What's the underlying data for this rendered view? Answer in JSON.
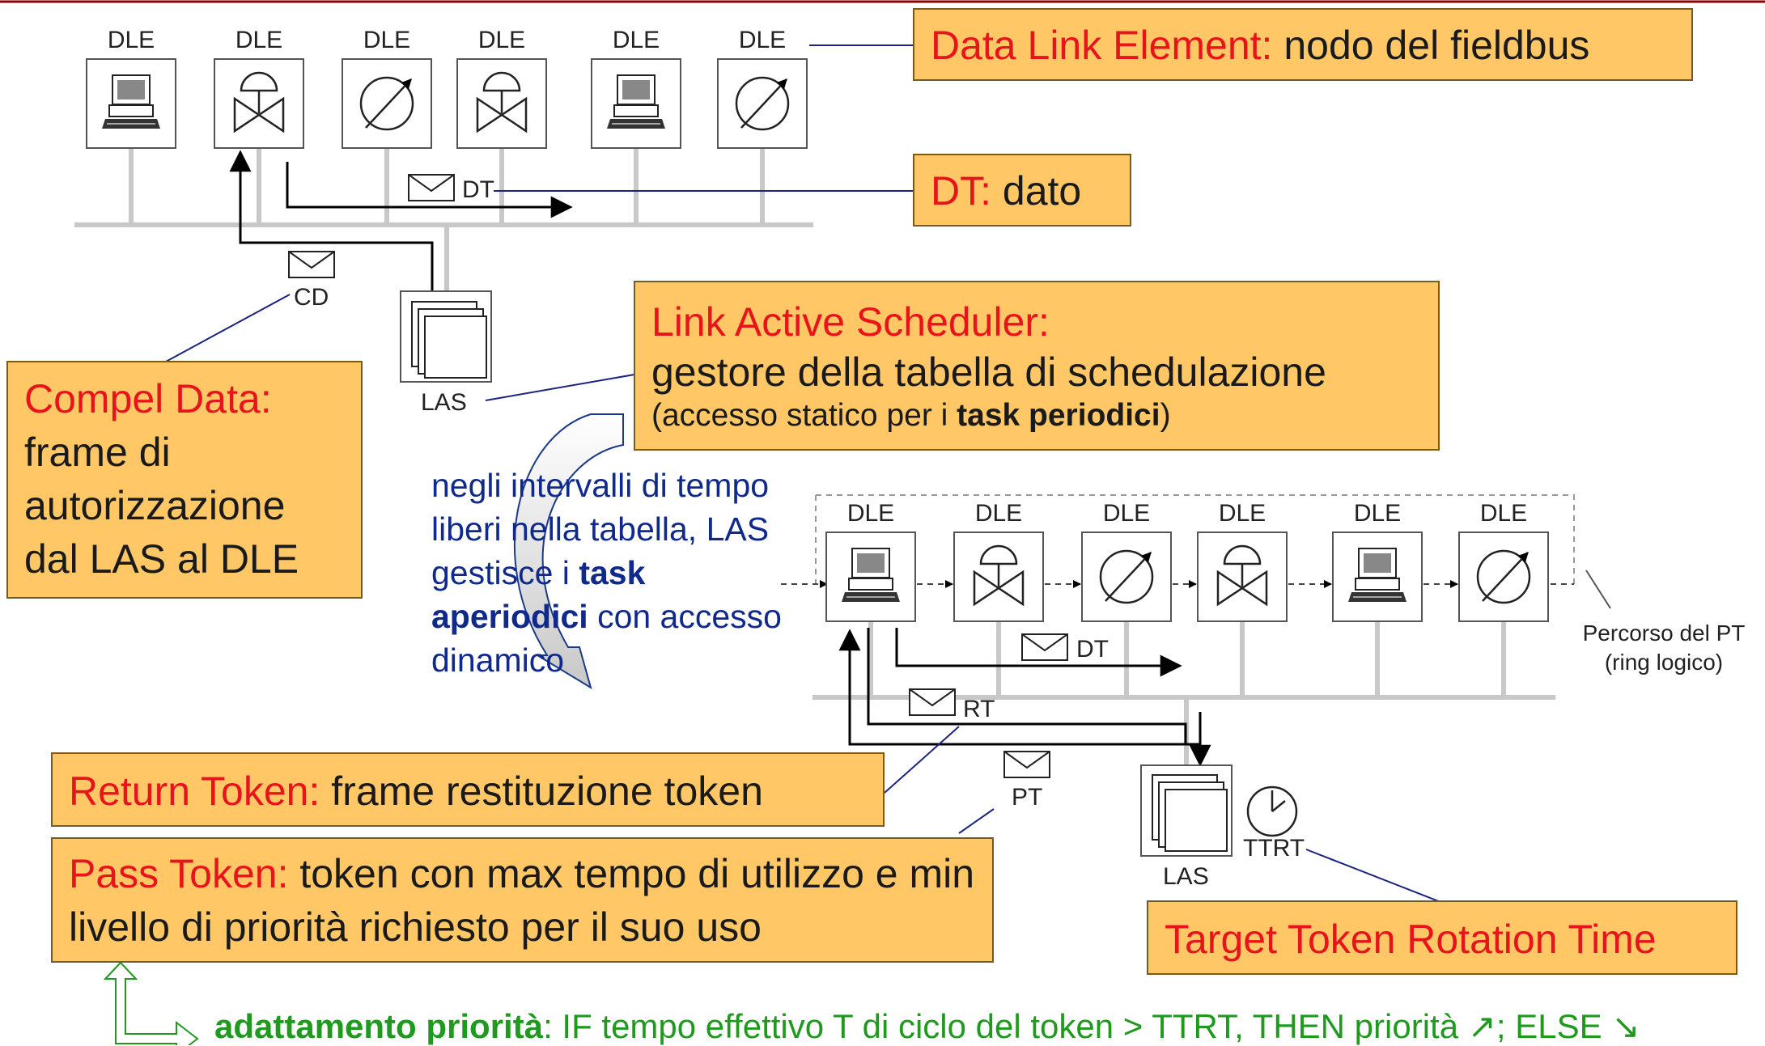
{
  "top_network": {
    "dle_labels": [
      "DLE",
      "DLE",
      "DLE",
      "DLE",
      "DLE",
      "DLE"
    ],
    "devices": [
      "computer-icon",
      "valve-icon",
      "meter-icon",
      "valve-icon",
      "computer-icon",
      "meter-icon"
    ],
    "dt_label": "DT",
    "cd_label": "CD",
    "las_label": "LAS"
  },
  "bottom_network": {
    "dle_labels": [
      "DLE",
      "DLE",
      "DLE",
      "DLE",
      "DLE",
      "DLE"
    ],
    "devices": [
      "computer-icon",
      "valve-icon",
      "meter-icon",
      "valve-icon",
      "computer-icon",
      "meter-icon"
    ],
    "dt_label": "DT",
    "rt_label": "RT",
    "pt_label": "PT",
    "las_label": "LAS",
    "ttrt_label": "TTRT",
    "ring_caption_1": "Percorso del PT",
    "ring_caption_2": "(ring logico)"
  },
  "callouts": {
    "dle": {
      "term": "Data Link Element:",
      "text": " nodo del fieldbus"
    },
    "dt": {
      "term": "DT:",
      "text": " dato"
    },
    "las": {
      "term": "Link Active Scheduler:",
      "line2": "gestore della tabella di schedulazione",
      "line3_pre": "(accesso statico per i ",
      "line3_bold": "task periodici",
      "line3_post": ")"
    },
    "cd": {
      "term": "Compel Data:",
      "text": "frame di autorizzazione dal LAS al DLE"
    },
    "rt": {
      "term": "Return Token:",
      "text": " frame restituzione token"
    },
    "pt": {
      "term": "Pass Token:",
      "text": " token con max tempo di utilizzo e min livello di priorità richiesto per il suo uso"
    },
    "ttrt": {
      "term": "Target Token Rotation Time"
    }
  },
  "aperiodic_note": {
    "pre": "negli intervalli di tempo liberi nella tabella, LAS gestisce i ",
    "bold": "task aperiodici",
    "post": " con accesso dinamico"
  },
  "footnote": {
    "bold": "adattamento priorità",
    "text": ": IF tempo effettivo T di ciclo del token > TTRT, THEN priorità ↗; ELSE ↘"
  },
  "colors": {
    "accent_red": "#e8141c",
    "box_fill": "#ffc766",
    "note_blue": "#102a8c",
    "foot_green": "#1f9a1f",
    "top_rule": "#8b0000"
  }
}
